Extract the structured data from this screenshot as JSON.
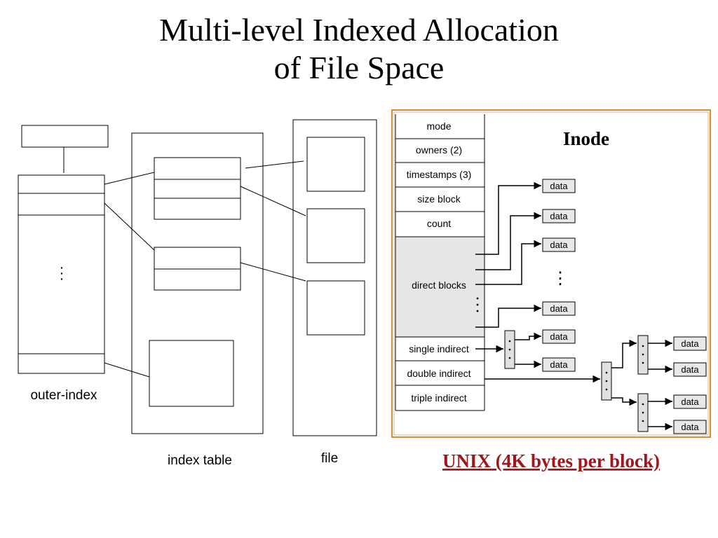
{
  "title": {
    "line1": "Multi-level Indexed Allocation",
    "line2": "of File Space"
  },
  "left_diagram": {
    "ellipsis": "·\n·\n·",
    "outer_index_label": "outer-index",
    "index_table_label": "index table",
    "file_label": "file"
  },
  "inode": {
    "title": "Inode",
    "fields": [
      "mode",
      "owners (2)",
      "timestamps (3)",
      "size block",
      "count"
    ],
    "direct_blocks_label": "direct blocks",
    "single_indirect_label": "single indirect",
    "double_indirect_label": "double indirect",
    "triple_indirect_label": "triple indirect",
    "data_label": "data",
    "ellipsis": "⋮",
    "caption": "UNIX (4K bytes per block)",
    "frame_color": "#d98b3a",
    "caption_color": "#a0161b",
    "direct_fill": "#e6e6e6",
    "data_fill": "#e8e8e8"
  }
}
